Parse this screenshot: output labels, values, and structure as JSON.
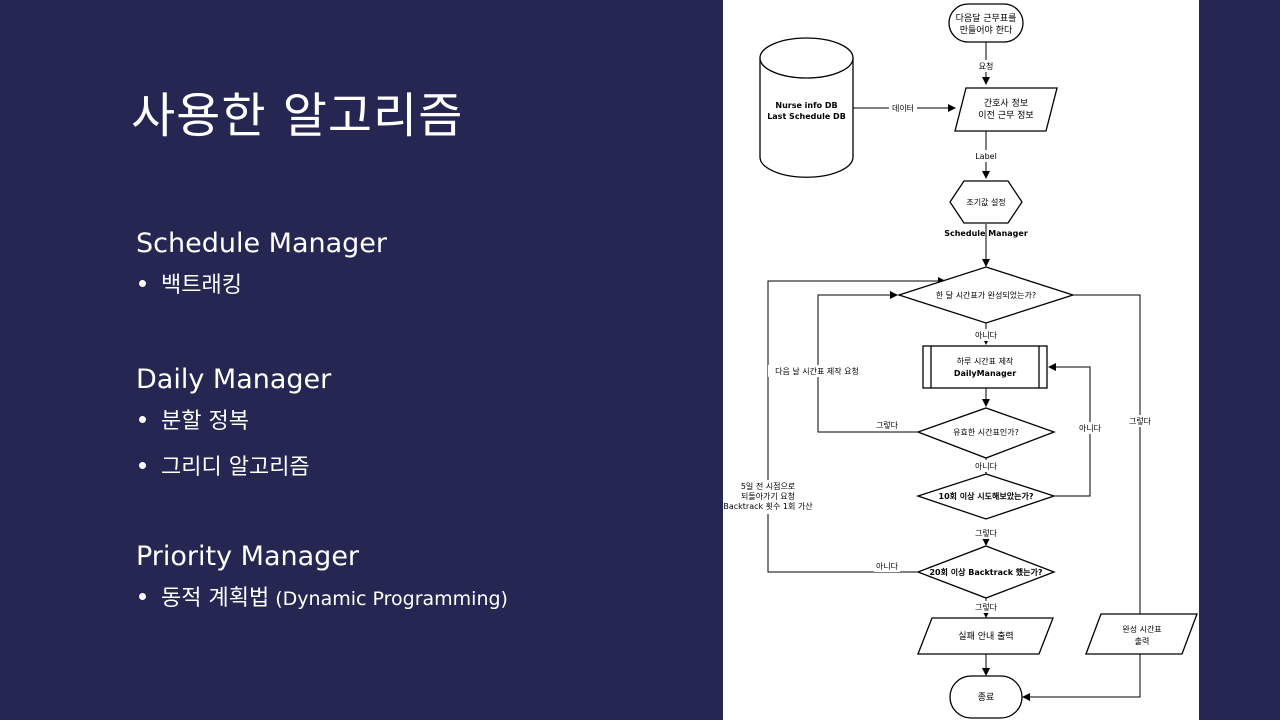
{
  "title": "사용한 알고리즘",
  "sections": [
    {
      "heading": "Schedule Manager",
      "items": [
        {
          "text": "백트래킹",
          "sub": ""
        }
      ]
    },
    {
      "heading": "Daily Manager",
      "items": [
        {
          "text": "분할 정복",
          "sub": ""
        },
        {
          "text": "그리디 알고리즘",
          "sub": ""
        }
      ]
    },
    {
      "heading": "Priority Manager",
      "items": [
        {
          "text": "동적 계획법",
          "sub": " (Dynamic Programming)"
        }
      ]
    }
  ],
  "flowchart": {
    "start": [
      "다음달 근무표를",
      "만들어야 한다"
    ],
    "db": [
      "Nurse info DB",
      "Last Schedule DB"
    ],
    "input": [
      "간호사 정보",
      "이전 근무 정보"
    ],
    "init": "조기값 설정",
    "schedule_manager": "Schedule Manager",
    "month_check": "한 달 시간표가 완성되었는가?",
    "daily_process": [
      "하루 시간표 제작",
      "DailyManager"
    ],
    "valid_check": "유효한 시간표인가?",
    "retry_check": "10회 이상 시도해보았는가?",
    "backtrack_check": "20회 이상 Backtrack 했는가?",
    "fail_output": "실패 안내 출력",
    "done_output": [
      "완성 시간표",
      "출력"
    ],
    "end": "종료",
    "labels": {
      "request": "요청",
      "data": "데이터",
      "label": "Label",
      "no1": "아니다",
      "no2": "아니다",
      "yes1": "그렇다",
      "yes2": "그렇다",
      "yes3": "그렇다",
      "yes4": "그렇다",
      "no_retry": "아니다",
      "no_backtrack": "아니다",
      "next_day": "다음 날 시간표 제작 요청",
      "backtrack_note": [
        "5일 전 시점으로",
        "되돌아가기 요청",
        "Backtrack 횟수 1회 가산"
      ]
    }
  }
}
